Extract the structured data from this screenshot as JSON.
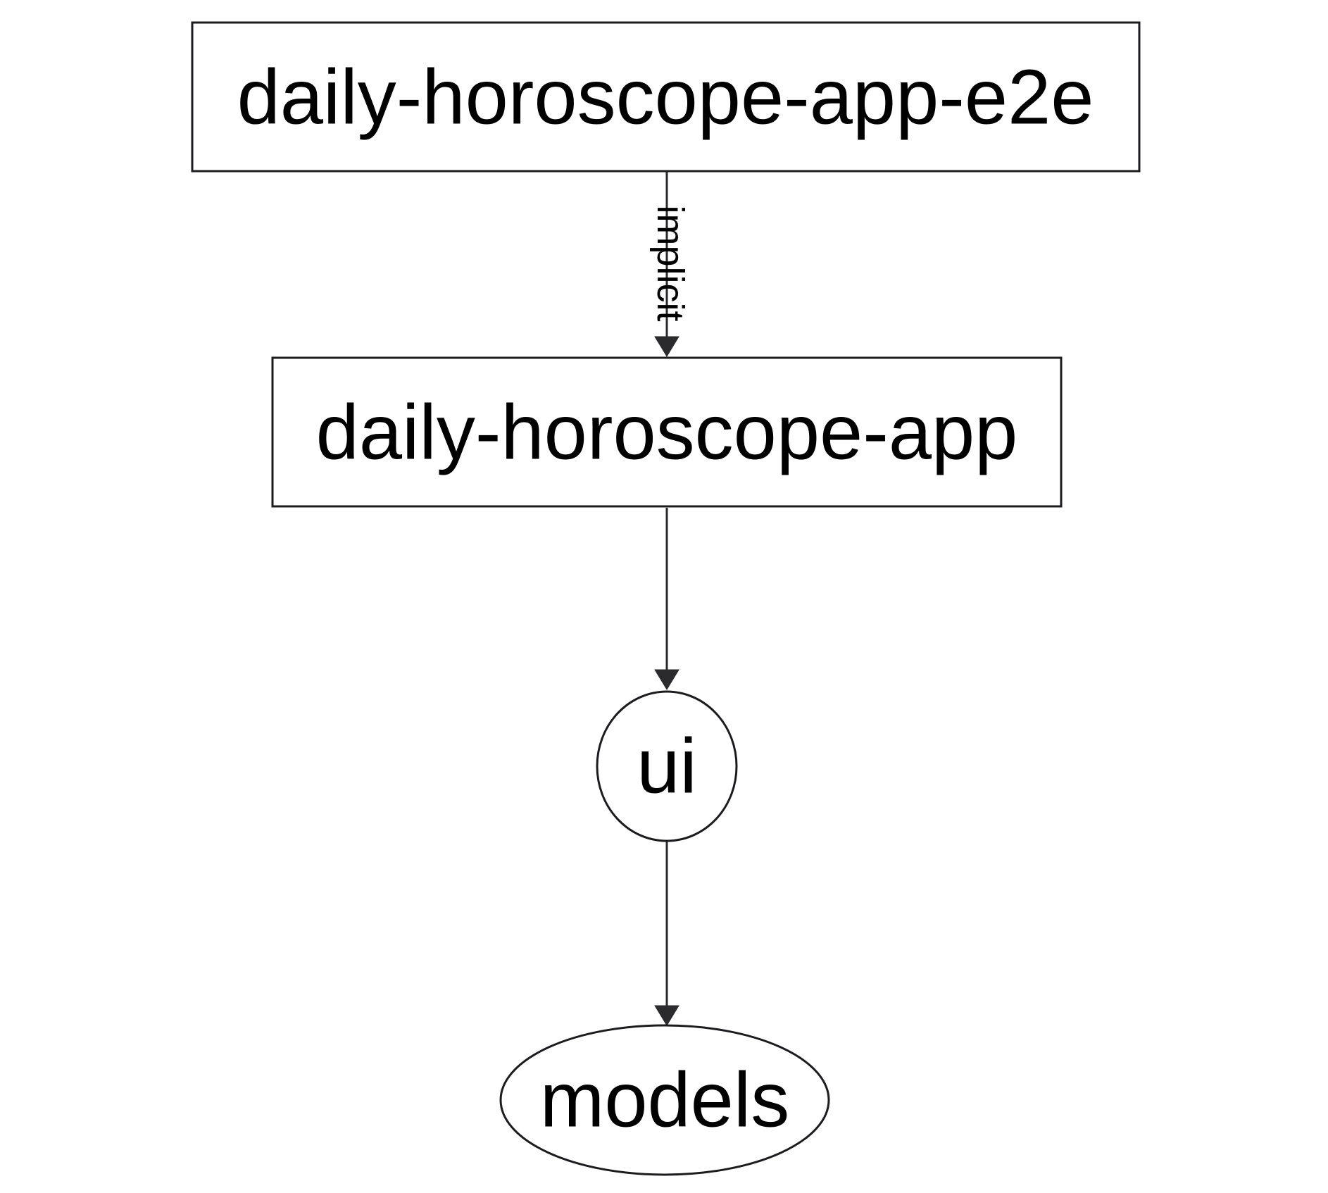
{
  "colors": {
    "background": "#ffffff",
    "node_fill": "#ffffff",
    "node_stroke": "#1c1c1e",
    "edge_stroke": "#2b2b2e",
    "text": "#000000"
  },
  "graph": {
    "nodes": [
      {
        "id": "daily-horoscope-app-e2e",
        "label": "daily-horoscope-app-e2e",
        "shape": "rectangle"
      },
      {
        "id": "daily-horoscope-app",
        "label": "daily-horoscope-app",
        "shape": "rectangle"
      },
      {
        "id": "ui",
        "label": "ui",
        "shape": "ellipse"
      },
      {
        "id": "models",
        "label": "models",
        "shape": "ellipse"
      }
    ],
    "edges": [
      {
        "from": "daily-horoscope-app-e2e",
        "to": "daily-horoscope-app",
        "label": "implicit"
      },
      {
        "from": "daily-horoscope-app",
        "to": "ui",
        "label": ""
      },
      {
        "from": "ui",
        "to": "models",
        "label": ""
      }
    ]
  }
}
